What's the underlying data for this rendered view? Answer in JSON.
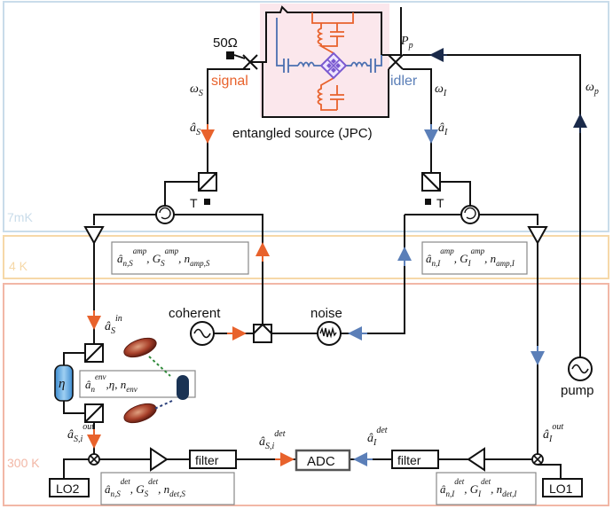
{
  "zones": {
    "mk": {
      "label": "7mK",
      "color": "#c9dcea"
    },
    "k4": {
      "label": "4 K",
      "color": "#f6d8a8"
    },
    "k300": {
      "label": "300 K",
      "color": "#f2b7a6"
    }
  },
  "source": {
    "label": "entangled source (JPC)",
    "termination": "50Ω",
    "signal_label": "signal",
    "idler_label": "idler",
    "pump_port_label": "P_p",
    "bg_color": "#fbe7ec"
  },
  "modes": {
    "omega_s": "ω_S",
    "omega_i": "ω_I",
    "omega_p": "ω_p",
    "a_s": "â_S",
    "a_i": "â_I",
    "a_s_in": "â_S^in",
    "a_s_out": "â_S,i^out",
    "a_i_out": "â_I^out",
    "a_s_det": "â_S,i^det",
    "a_i_det": "â_I^det"
  },
  "amplifiers": {
    "signal": "â_n,S^amp, G_S^amp, n_amp,S",
    "idler": "â_n,I^amp, G_I^amp, n_amp,I"
  },
  "env_box": "â_n^env, η, n_env",
  "eta_label": "η",
  "det_boxes": {
    "signal": "â_n,S^det, G_S^det, n_det,S",
    "idler": "â_n,I^det, G_I^det, n_det,I"
  },
  "labels": {
    "coherent": "coherent",
    "noise": "noise",
    "pump": "pump",
    "filter_left": "filter",
    "filter_right": "filter",
    "adc": "ADC",
    "lo2": "LO2",
    "lo1": "LO1",
    "t_left": "T",
    "t_right": "T"
  },
  "colors": {
    "signal": "#e8622c",
    "idler": "#5b7fb8",
    "circuit_orange": "#e8622c",
    "circuit_blue": "#4a6fb0",
    "circuit_purple": "#7a5ad0"
  }
}
